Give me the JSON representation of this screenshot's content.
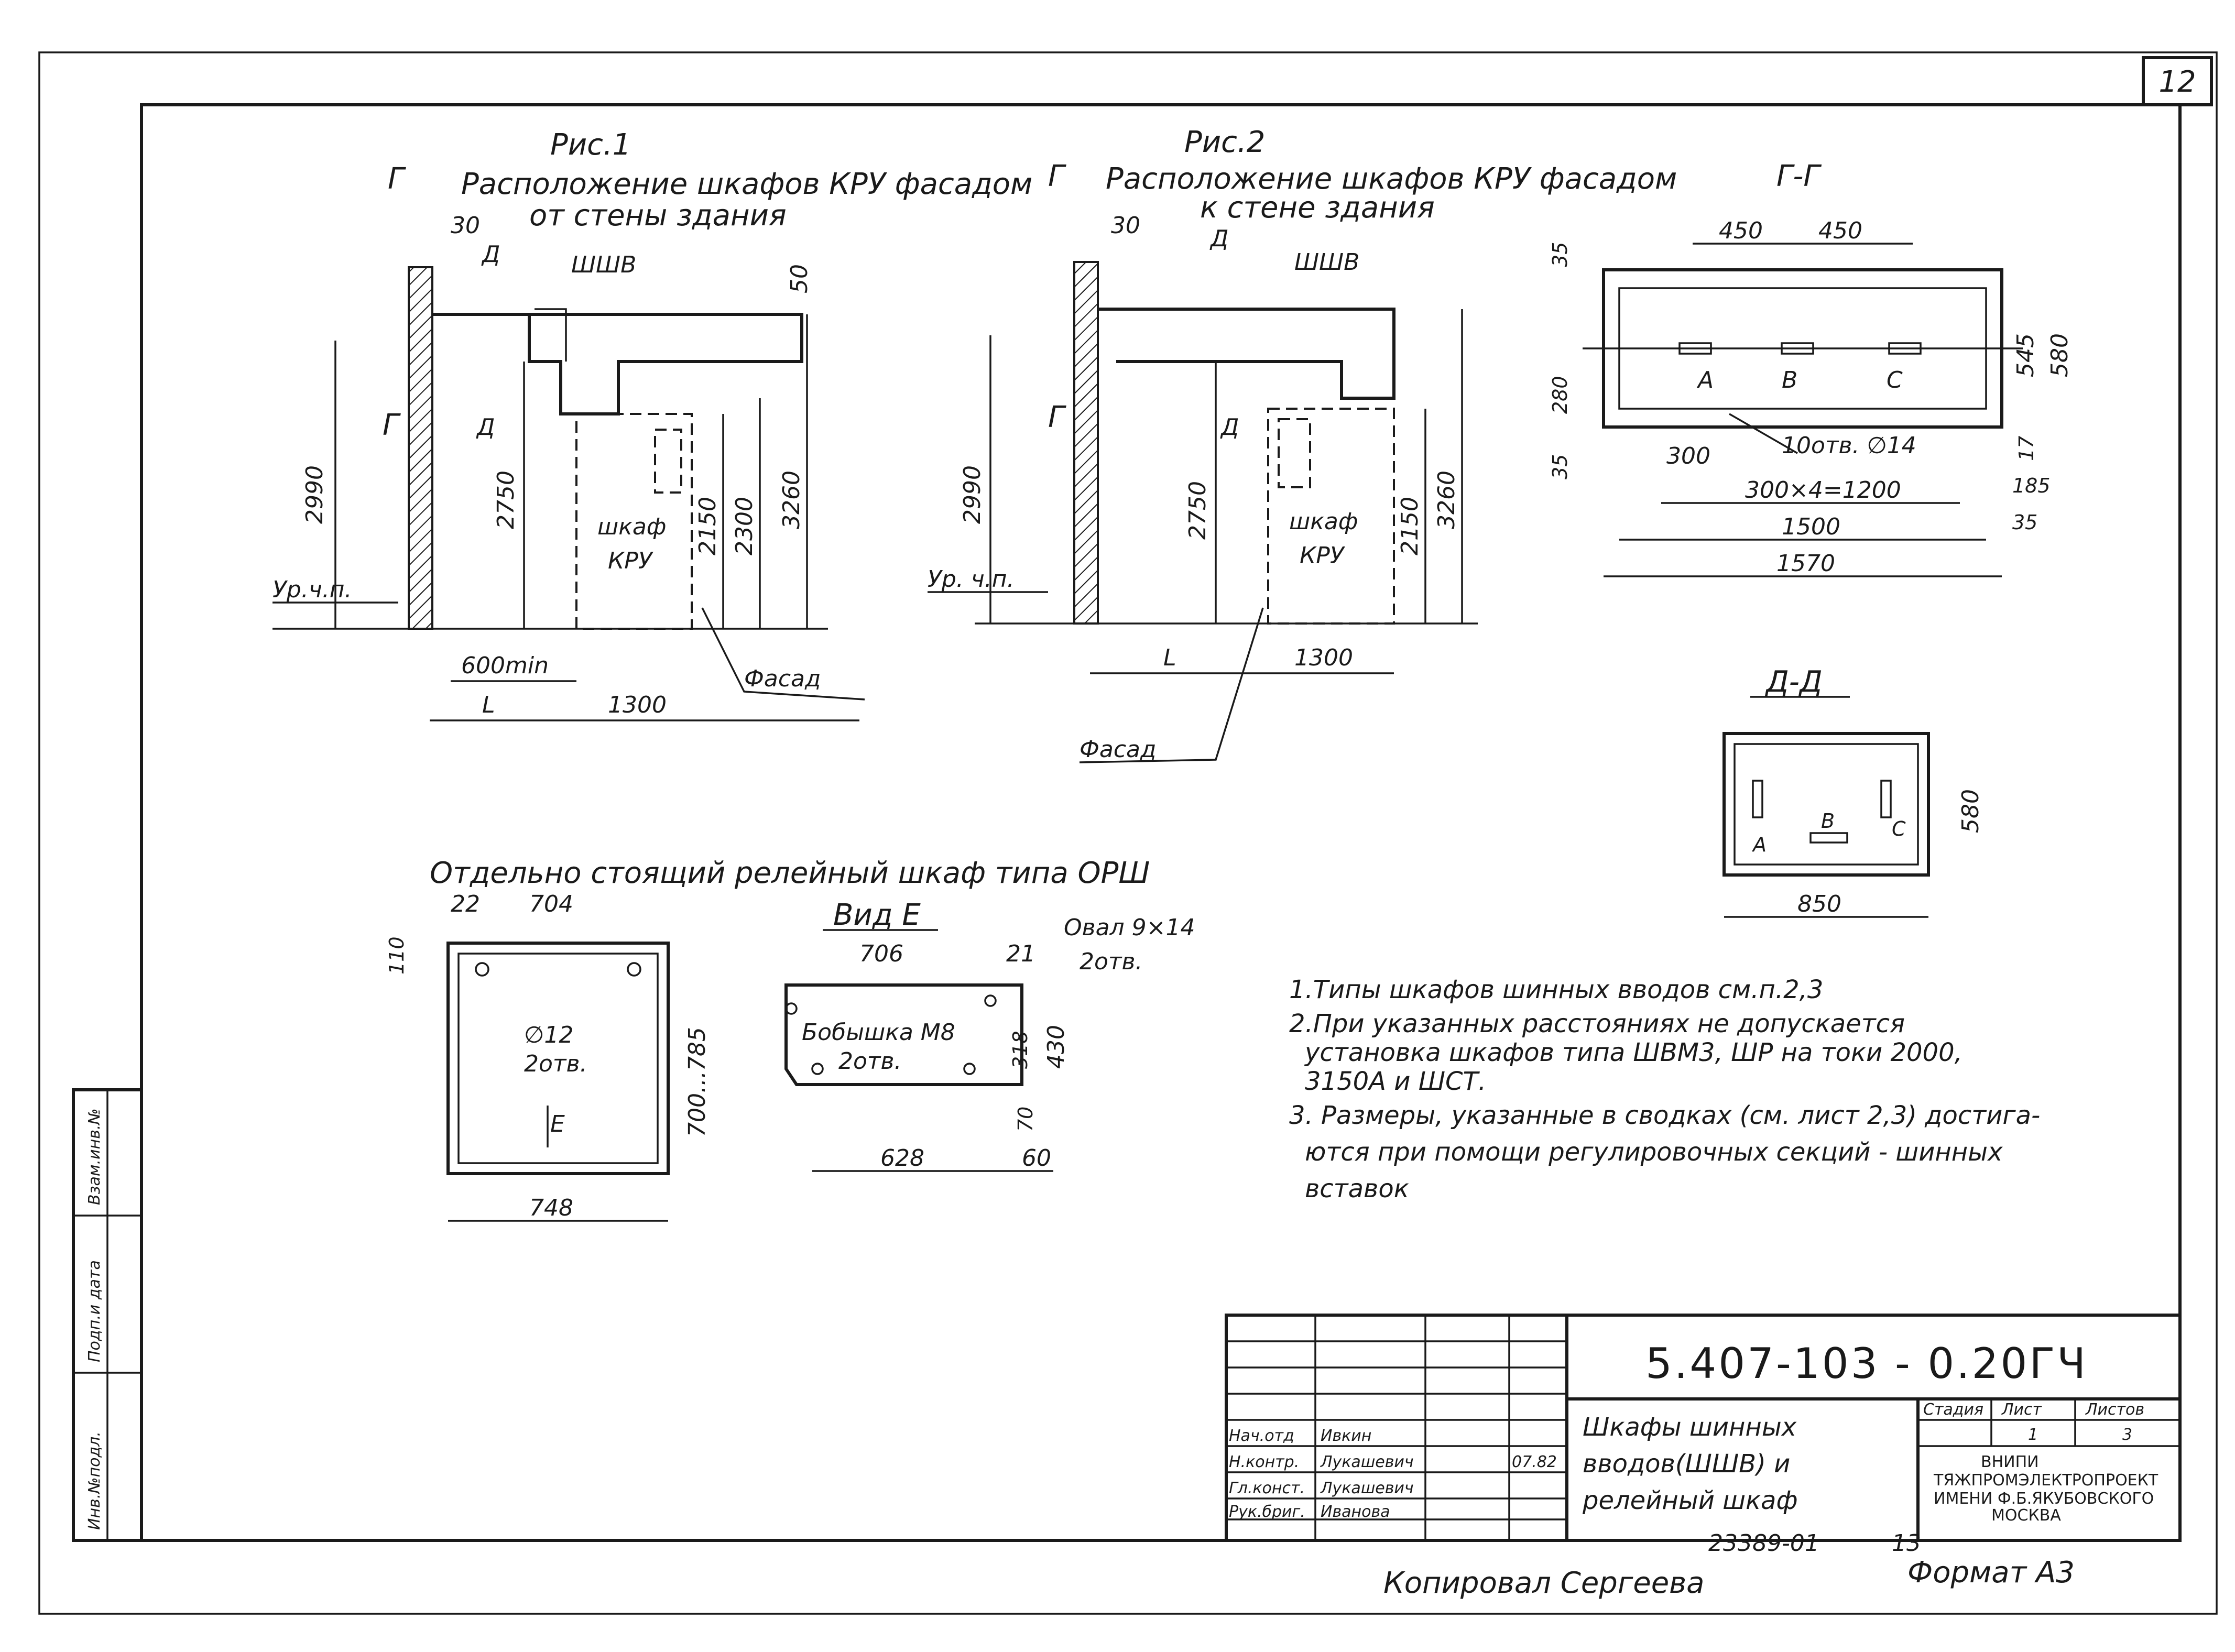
{
  "sheet": {
    "number": "12"
  },
  "fig1": {
    "title": "Рис.1",
    "caption_line1": "Расположение шкафов КРУ фасадом",
    "caption_line2": "от стены здания",
    "section_mark": "Г",
    "cut_mark": "Д",
    "dim_30": "30",
    "busway_label": "ШШВ",
    "dim_50": "50",
    "dim_2990": "2990",
    "dim_2750": "2750",
    "dim_2150": "2150",
    "dim_2300": "2300",
    "dim_3260": "3260",
    "cabinet_label_1": "шкаф",
    "cabinet_label_2": "КРУ",
    "floor_level_label": "Ур.ч.п.",
    "dim_600min": "600min",
    "dim_L": "L",
    "dim_1300": "1300",
    "facade_label": "Фасад"
  },
  "fig2": {
    "title": "Рис.2",
    "caption_line1": "Расположение шкафов КРУ фасадом",
    "caption_line2": "к стене здания",
    "section_mark": "Г",
    "cut_mark": "Д",
    "dim_30": "30",
    "busway_label": "ШШВ",
    "dim_2990": "2990",
    "dim_2750": "2750",
    "dim_2150": "2150",
    "dim_3260": "3260",
    "cabinet_label_1": "шкаф",
    "cabinet_label_2": "КРУ",
    "floor_level_label": "Ур. ч.п.",
    "dim_L": "L",
    "dim_1300": "1300",
    "facade_label": "Фасад"
  },
  "section_gg": {
    "title": "Г-Г",
    "dim_450_a": "450",
    "dim_450_b": "450",
    "phase_a": "А",
    "phase_b": "В",
    "phase_c": "С",
    "dim_35_top": "35",
    "dim_280": "280",
    "dim_35_bottom": "35",
    "dim_545": "545",
    "dim_580": "580",
    "dim_17": "17",
    "dim_300": "300",
    "holes": "10отв. ∅14",
    "dim_pitch": "300×4=1200",
    "dim_185": "185",
    "dim_1500": "1500",
    "dim_35_right": "35",
    "dim_1570": "1570"
  },
  "section_dd": {
    "title": "Д-Д",
    "phase_a": "А",
    "phase_b": "В",
    "phase_c": "С",
    "dim_580": "580",
    "dim_850": "850"
  },
  "relay": {
    "title": "Отдельно стоящий релейный шкаф типа ОРШ",
    "dim_22": "22",
    "dim_704": "704",
    "dim_110": "110",
    "hole_size": "∅12",
    "hole_count": "2отв.",
    "view_arrow": "Е",
    "dim_height": "700...785",
    "dim_748": "748"
  },
  "view_e": {
    "title": "Вид Е",
    "dim_706": "706",
    "dim_21": "21",
    "oval": "Овал 9×14",
    "oval_count": "2отв.",
    "boss": "Бобышка М8",
    "boss_count": "2отв.",
    "dim_318": "318",
    "dim_430": "430",
    "dim_70": "70",
    "dim_628": "628",
    "dim_60": "60"
  },
  "notes": [
    "1.Типы шкафов шинных вводов см.п.2,3",
    "2.При указанных расстояниях не допускается",
    "установка шкафов типа ШВМ3, ШР на токи 2000,",
    "3150А и ШСТ.",
    "3. Размеры, указанные в сводках (см. лист 2,3) достига-",
    "ются при помощи регулировочных секций - шинных",
    "вставок"
  ],
  "stamp": {
    "margin_1": "Взам.инв.№",
    "margin_2": "Подп.и дата",
    "margin_3": "Инв.№подл."
  },
  "title_block": {
    "code": "5.407-103 - 0.20ГЧ",
    "name_line1": "Шкафы шинных",
    "name_line2": "вводов(ШШВ) и",
    "name_line3": "релейный шкаф",
    "stage_header": "Стадия",
    "sheet_header": "Лист",
    "sheets_header": "Листов",
    "sheet_value": "1",
    "sheets_value": "3",
    "org_1": "ВНИПИ",
    "org_2": "ТЯЖПРОМЭЛЕКТРОПРОЕКТ",
    "org_3": "ИМЕНИ Ф.Б.ЯКУБОВСКОГО",
    "org_4": "МОСКВА",
    "roles": [
      "Нач.отд",
      "Н.контр.",
      "Гл.конст.",
      "Рук.бриг."
    ],
    "names": [
      "Ивкин",
      "Лукашевич",
      "Лукашевич",
      "Иванова"
    ],
    "date": "07.82"
  },
  "footer": {
    "archive_number": "23389-01",
    "archive_page": "13",
    "copied_by": "Копировал Сергеева",
    "format": "Формат А3"
  }
}
